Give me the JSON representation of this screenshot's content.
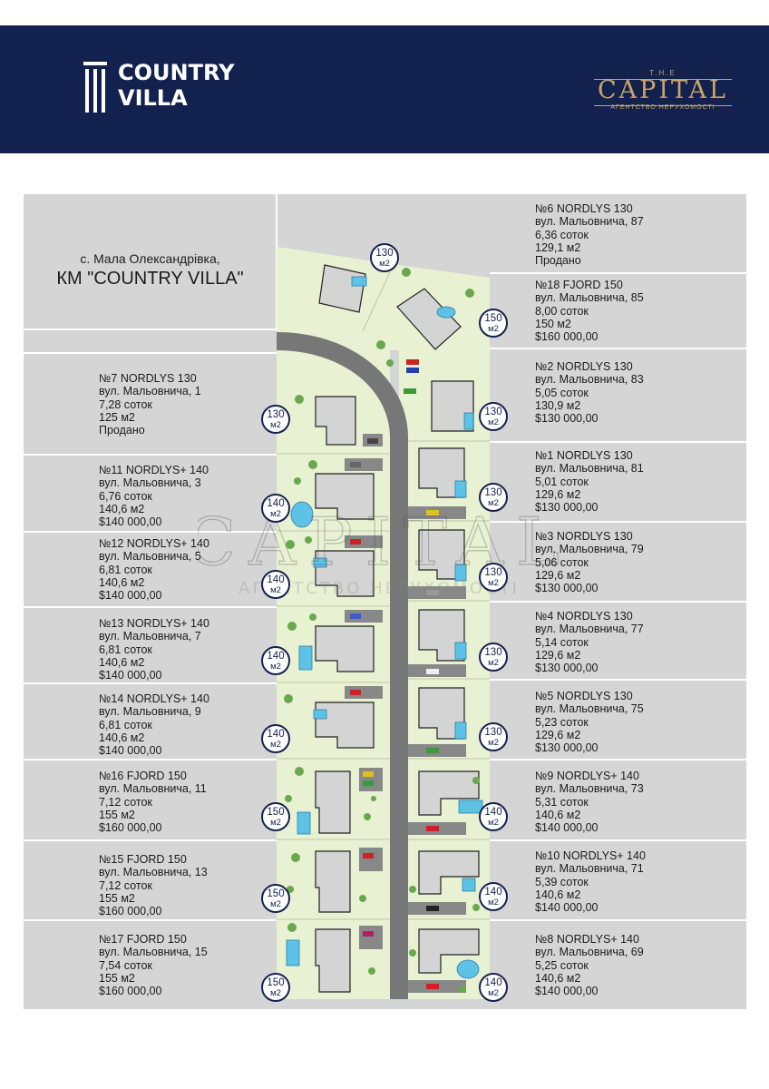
{
  "header": {
    "brand_left_line1": "COUNTRY",
    "brand_left_line2": "VILLA",
    "brand_right_the": "T.H.E",
    "brand_right_name": "CAPITAL",
    "brand_right_sub": "АГЕНТСТВО НЕРУХОМОСТІ"
  },
  "location": {
    "line1": "с. Мала Олександрівка,",
    "line2": "КМ \"COUNTRY VILLA\""
  },
  "colors": {
    "navy": "#13214f",
    "gold": "#c9a56a",
    "panel": "#d5d5d6",
    "lawn": "#e9f1d3",
    "road": "#777777",
    "house": "#d4d4d4",
    "pool": "#5ec2e6",
    "tree": "#6aa84f"
  },
  "lots_left": [
    {
      "id": "l7",
      "lines": [
        "№7 NORDLYS 130",
        "вул. Мальовнича, 1",
        "7,28 соток",
        "125 м2",
        "Продано"
      ],
      "badge": "130",
      "unit": "м2"
    },
    {
      "id": "l11",
      "lines": [
        "№11 NORDLYS+ 140",
        "вул. Мальовнича, 3",
        "6,76 соток",
        "140,6 м2",
        "$140 000,00"
      ],
      "badge": "140",
      "unit": "м2"
    },
    {
      "id": "l12",
      "lines": [
        "№12 NORDLYS+ 140",
        "вул. Мальовнича, 5",
        "6,81 соток",
        "140,6 м2",
        "$140 000,00"
      ],
      "badge": "140",
      "unit": "м2"
    },
    {
      "id": "l13",
      "lines": [
        "№13 NORDLYS+ 140",
        "вул. Мальовнича, 7",
        "6,81 соток",
        "140,6 м2",
        "$140 000,00"
      ],
      "badge": "140",
      "unit": "м2"
    },
    {
      "id": "l14",
      "lines": [
        "№14 NORDLYS+ 140",
        "вул. Мальовнича, 9",
        "6,81 соток",
        "140,6 м2",
        "$140 000,00"
      ],
      "badge": "140",
      "unit": "м2"
    },
    {
      "id": "l16",
      "lines": [
        "№16 FJORD 150",
        "вул. Мальовнича, 11",
        "7,12 соток",
        "155 м2",
        "$160 000,00"
      ],
      "badge": "150",
      "unit": "м2"
    },
    {
      "id": "l15",
      "lines": [
        "№15 FJORD 150",
        "вул. Мальовнича, 13",
        "7,12 соток",
        "155 м2",
        "$160 000,00"
      ],
      "badge": "150",
      "unit": "м2"
    },
    {
      "id": "l17",
      "lines": [
        "№17 FJORD 150",
        "вул. Мальовнича, 15",
        "7,54 соток",
        "155 м2",
        "$160 000,00"
      ],
      "badge": "150",
      "unit": "м2"
    }
  ],
  "lots_right": [
    {
      "id": "r6",
      "lines": [
        "№6 NORDLYS 130",
        "вул. Мальовнича, 87",
        "6,36 соток",
        "129,1 м2",
        "Продано"
      ],
      "badge": "130",
      "unit": "м2"
    },
    {
      "id": "r18",
      "lines": [
        "№18 FJORD 150",
        "вул. Мальовнича, 85",
        "8,00 соток",
        "150 м2",
        "$160 000,00"
      ],
      "badge": "150",
      "unit": "м2"
    },
    {
      "id": "r2",
      "lines": [
        "№2 NORDLYS 130",
        "вул. Мальовнича, 83",
        "5,05 соток",
        "130,9 м2",
        "$130 000,00"
      ],
      "badge": "130",
      "unit": "м2"
    },
    {
      "id": "r1",
      "lines": [
        "№1 NORDLYS 130",
        "вул. Мальовнича, 81",
        "5,01 соток",
        "129,6 м2",
        "$130 000,00"
      ],
      "badge": "130",
      "unit": "м2"
    },
    {
      "id": "r3",
      "lines": [
        "№3 NORDLYS 130",
        "вул. Мальовнича, 79",
        "5,06 соток",
        "129,6 м2",
        "$130 000,00"
      ],
      "badge": "130",
      "unit": "м2"
    },
    {
      "id": "r4",
      "lines": [
        "№4 NORDLYS 130",
        "вул. Мальовнича, 77",
        "5,14 соток",
        "129,6 м2",
        "$130 000,00"
      ],
      "badge": "130",
      "unit": "м2"
    },
    {
      "id": "r5",
      "lines": [
        "№5 NORDLYS 130",
        "вул. Мальовнича, 75",
        "5,23 соток",
        "129,6 м2",
        "$130 000,00"
      ],
      "badge": "130",
      "unit": "м2"
    },
    {
      "id": "r9",
      "lines": [
        "№9 NORDLYS+ 140",
        "вул. Мальовнича, 73",
        "5,31 соток",
        "140,6 м2",
        "$140 000,00"
      ],
      "badge": "140",
      "unit": "м2"
    },
    {
      "id": "r10",
      "lines": [
        "№10 NORDLYS+ 140",
        "вул. Мальовнича, 71",
        "5,39 соток",
        "140,6 м2",
        "$140 000,00"
      ],
      "badge": "140",
      "unit": "м2"
    },
    {
      "id": "r8",
      "lines": [
        "№8 NORDLYS+ 140",
        "вул. Мальовнича, 69",
        "5,25 соток",
        "140,6 м2",
        "$140 000,00"
      ],
      "badge": "140",
      "unit": "м2"
    }
  ]
}
